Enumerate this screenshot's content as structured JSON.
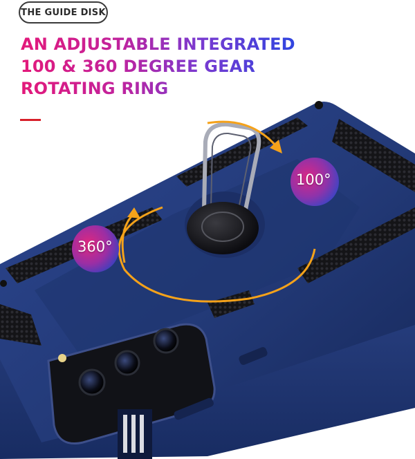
{
  "badge": {
    "label": "THE GUIDE DISK"
  },
  "headline": {
    "line1": "AN ADJUSTABLE INTEGRATED",
    "line2": "100 & 360 DEGREE GEAR",
    "line3": "ROTATING RING"
  },
  "callouts": {
    "rotation_360": "360°",
    "rotation_100": "100°"
  },
  "colors": {
    "case_navy": "#233a78",
    "case_dark": "#16285a",
    "grip_black": "#1b1b1f",
    "arrow_orange": "#f5a21a",
    "headline_pink": "#e3197a",
    "headline_blue": "#2f45e0",
    "accent_red": "#d8202a"
  }
}
